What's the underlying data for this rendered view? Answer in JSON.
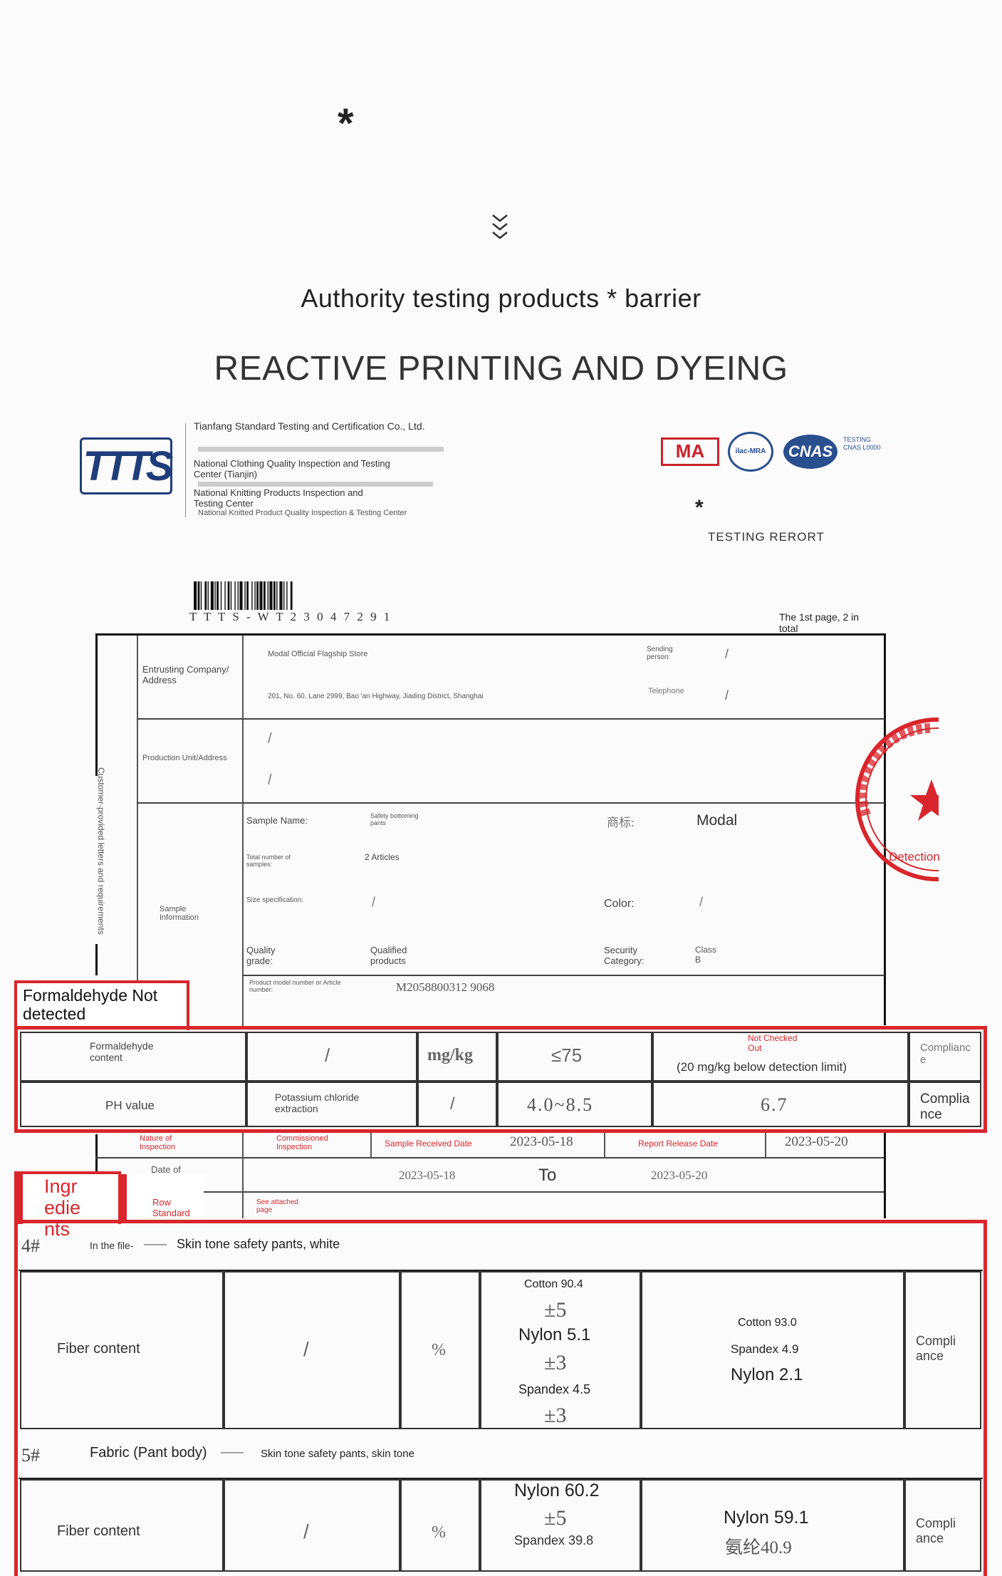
{
  "header": {
    "asterisk": "*",
    "subtitle": "Authority testing products * barrier",
    "title": "REACTIVE PRINTING AND DYEING"
  },
  "report_header": {
    "logo_text": "TTTS",
    "org_lines": [
      "Tianfang Standard Testing and Certification Co., Ltd.",
      "National Clothing Quality Inspection and Testing Center (Tianjin)",
      "National Knitting Products Inspection and Testing Center",
      "National Knitted Product Quality Inspection & Testing Center"
    ],
    "cert_logos": [
      "MA",
      "ilac-MRA",
      "CNAS",
      "TESTING CNAS L0000"
    ],
    "report_asterisk": "*",
    "report_label": "TESTING RERORT",
    "barcode_number": "T T T S - W T 2 3 0 4 7 2 9 1",
    "page_info": "The 1st page, 2 in total"
  },
  "form": {
    "side_label": "Customer-provided letters and requirements",
    "entrusting_label": "Entrusting Company/ Address",
    "entrusting_name": "Modal Official Flagship Store",
    "entrusting_address": "201, No. 60, Lane 2999, Bao 'an Highway, Jiading District, Shanghai",
    "sending_person_label": "Sending person:",
    "sending_person_value": "/",
    "telephone_label": "Telephone",
    "telephone_value": "/",
    "production_label": "Production Unit/Address",
    "production_value_1": "/",
    "production_value_2": "/",
    "sample_info_label": "Sample Information",
    "sample_name_label": "Sample Name:",
    "sample_name_value": "Safety bottoming pants",
    "brand_label": "商标:",
    "brand_value": "Modal",
    "total_samples_label": "Total number of samples:",
    "total_samples_value": "2 Articles",
    "size_label": "Size specification:",
    "size_value": "/",
    "color_label": "Color:",
    "color_value": "/",
    "quality_grade_label": "Quality grade:",
    "quality_grade_value": "Qualified products",
    "security_label": "Security Category:",
    "security_value": "Class B",
    "model_label": "Product model number or Article number:",
    "model_value": "M2058800312  9068",
    "stamp_text": "Detection"
  },
  "formaldehyde": {
    "tab_label": "Formaldehyde Not detected",
    "rows": [
      {
        "item": "Formaldehyde content",
        "method": "/",
        "unit": "mg/kg",
        "standard": "≤75",
        "result_note": "Not Checked Out",
        "result": "(20 mg/kg below detection limit)",
        "verdict": "Compliance"
      },
      {
        "item": "PH value",
        "method": "Potassium chloride extraction",
        "unit": "/",
        "standard": "4.0~8.5",
        "result_note": "",
        "result": "6.7",
        "verdict": "Compliance"
      }
    ]
  },
  "inspection": {
    "nature_label": "Nature of Inspection",
    "nature_value": "Commissioned Inspection",
    "sample_received_label": "Sample Received Date",
    "sample_received_value": "2023-05-18",
    "report_release_label": "Report Release Date",
    "report_release_value": "2023-05-20",
    "date_label": "Date of inspection",
    "date_from": "2023-05-18",
    "date_to_word": "To",
    "date_to": "2023-05-20",
    "row_standard_label": "Row Standard",
    "row_standard_value": "See attached page"
  },
  "ingredients": {
    "tab_label": "Ingredients",
    "items": [
      {
        "number": "4#",
        "prefix": "In the file-",
        "dash": "——",
        "description": "Skin tone safety pants, white",
        "item": "Fiber content",
        "method": "/",
        "unit": "%",
        "standard_lines": [
          "Cotton 90.4",
          "±5",
          "Nylon 5.1",
          "±3",
          "Spandex 4.5",
          "±3"
        ],
        "result_lines": [
          "Cotton 93.0",
          "Spandex 4.9",
          "Nylon 2.1"
        ],
        "verdict": "Compliance"
      },
      {
        "number": "5#",
        "prefix": "Fabric (Pant body)",
        "dash": "——",
        "description": "Skin tone safety pants, skin tone",
        "item": "Fiber content",
        "method": "/",
        "unit": "%",
        "standard_lines": [
          "Nylon 60.2",
          "±5",
          "Spandex 39.8"
        ],
        "result_lines": [
          "Nylon 59.1",
          "氨纶40.9"
        ],
        "verdict": "Compliance"
      }
    ]
  }
}
